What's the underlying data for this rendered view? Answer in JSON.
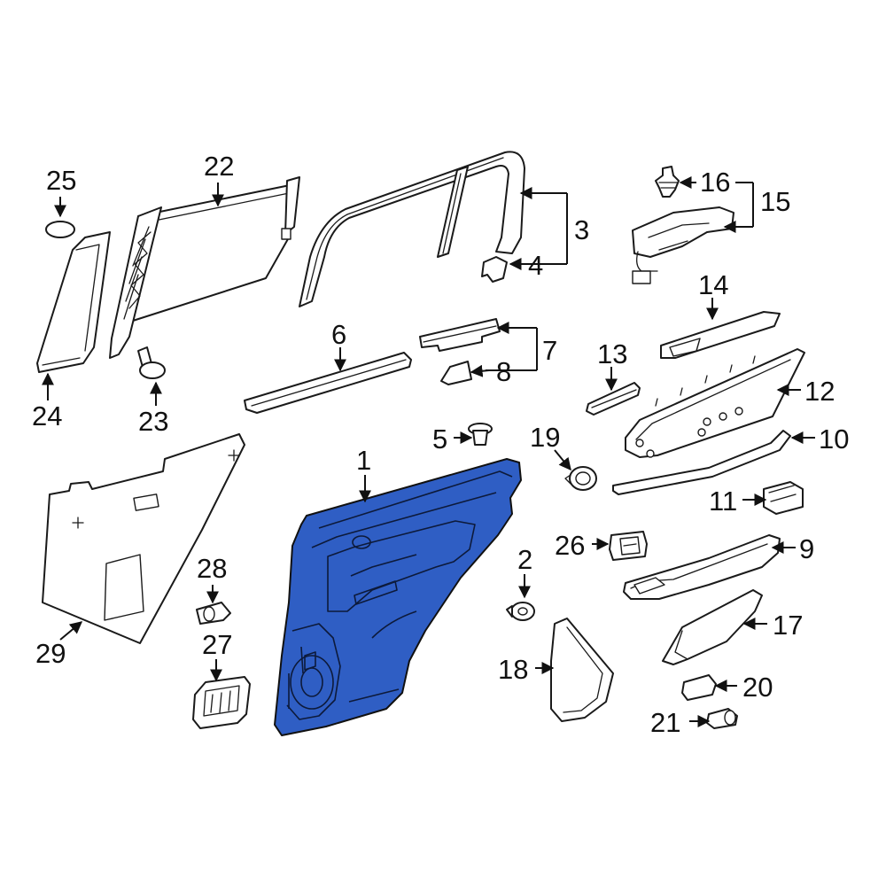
{
  "callouts": [
    {
      "id": "1",
      "text": "1"
    },
    {
      "id": "2",
      "text": "2"
    },
    {
      "id": "3",
      "text": "3"
    },
    {
      "id": "4",
      "text": "4"
    },
    {
      "id": "5",
      "text": "5"
    },
    {
      "id": "6",
      "text": "6"
    },
    {
      "id": "7",
      "text": "7"
    },
    {
      "id": "8",
      "text": "8"
    },
    {
      "id": "9",
      "text": "9"
    },
    {
      "id": "10",
      "text": "10"
    },
    {
      "id": "11",
      "text": "11"
    },
    {
      "id": "12",
      "text": "12"
    },
    {
      "id": "13",
      "text": "13"
    },
    {
      "id": "14",
      "text": "14"
    },
    {
      "id": "15",
      "text": "15"
    },
    {
      "id": "16",
      "text": "16"
    },
    {
      "id": "17",
      "text": "17"
    },
    {
      "id": "18",
      "text": "18"
    },
    {
      "id": "19",
      "text": "19"
    },
    {
      "id": "20",
      "text": "20"
    },
    {
      "id": "21",
      "text": "21"
    },
    {
      "id": "22",
      "text": "22"
    },
    {
      "id": "23",
      "text": "23"
    },
    {
      "id": "24",
      "text": "24"
    },
    {
      "id": "25",
      "text": "25"
    },
    {
      "id": "26",
      "text": "26"
    },
    {
      "id": "27",
      "text": "27"
    },
    {
      "id": "28",
      "text": "28"
    },
    {
      "id": "29",
      "text": "29"
    }
  ],
  "colors": {
    "highlight_part": "#2f5ec4",
    "line": "#1a1a1a",
    "background": "#ffffff"
  }
}
